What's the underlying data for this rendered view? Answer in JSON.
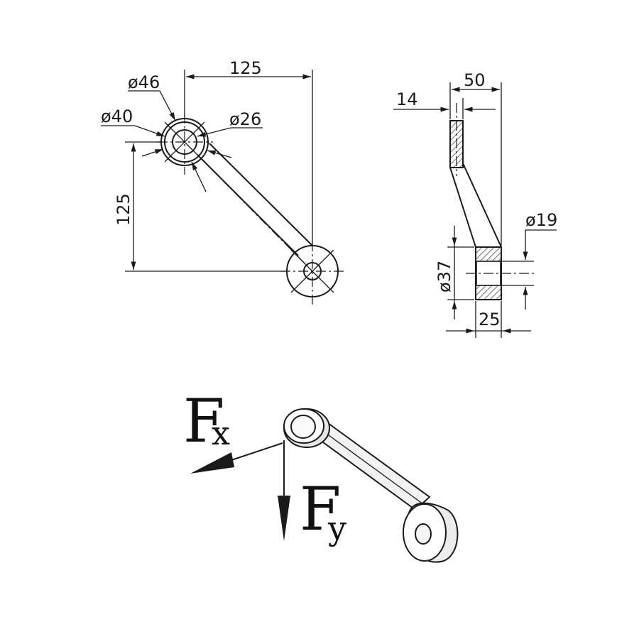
{
  "top_view": {
    "dim_width": "125",
    "dim_height": "125",
    "dia_outer": "ø46",
    "dia_mid": "ø40",
    "dia_inner": "ø26"
  },
  "side_view": {
    "dim_total": "50",
    "dim_plate": "14",
    "dim_hub": "25",
    "dia_hub": "ø37",
    "dia_bore": "ø19"
  },
  "forces": {
    "fx_main": "F",
    "fx_sub": "x",
    "fy_main": "F",
    "fy_sub": "y"
  }
}
